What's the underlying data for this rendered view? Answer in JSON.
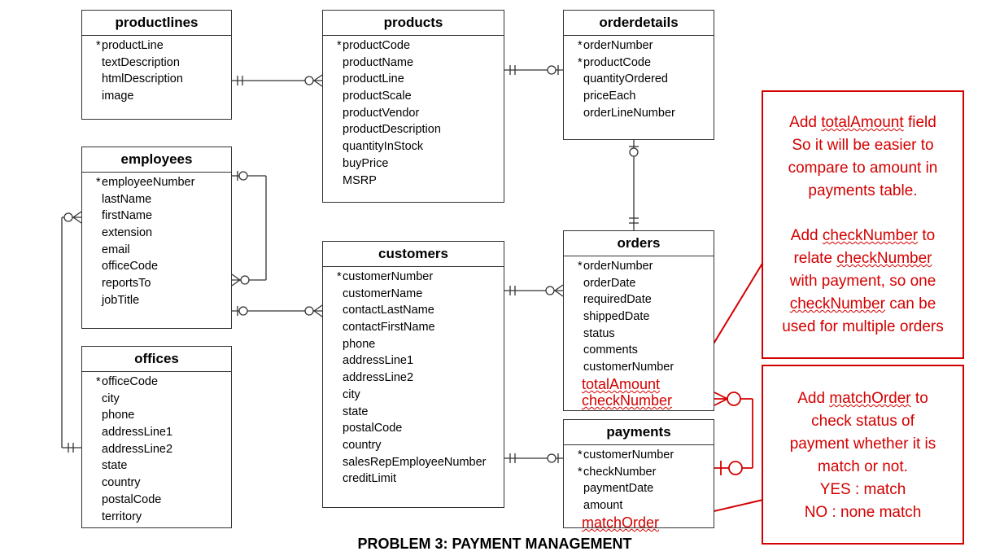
{
  "entities": {
    "productlines": {
      "title": "productlines",
      "fields": [
        {
          "name": "productLine",
          "pk": true
        },
        {
          "name": "textDescription"
        },
        {
          "name": "htmlDescription"
        },
        {
          "name": "image"
        }
      ]
    },
    "products": {
      "title": "products",
      "fields": [
        {
          "name": "productCode",
          "pk": true
        },
        {
          "name": "productName"
        },
        {
          "name": "productLine"
        },
        {
          "name": "productScale"
        },
        {
          "name": "productVendor"
        },
        {
          "name": "productDescription"
        },
        {
          "name": "quantityInStock"
        },
        {
          "name": "buyPrice"
        },
        {
          "name": "MSRP"
        }
      ]
    },
    "orderdetails": {
      "title": "orderdetails",
      "fields": [
        {
          "name": "orderNumber",
          "pk": true
        },
        {
          "name": "productCode",
          "pk": true
        },
        {
          "name": "quantityOrdered"
        },
        {
          "name": "priceEach"
        },
        {
          "name": "orderLineNumber"
        }
      ]
    },
    "employees": {
      "title": "employees",
      "fields": [
        {
          "name": "employeeNumber",
          "pk": true
        },
        {
          "name": "lastName"
        },
        {
          "name": "firstName"
        },
        {
          "name": "extension"
        },
        {
          "name": "email"
        },
        {
          "name": "officeCode"
        },
        {
          "name": "reportsTo"
        },
        {
          "name": "jobTitle"
        }
      ]
    },
    "customers": {
      "title": "customers",
      "fields": [
        {
          "name": "customerNumber",
          "pk": true
        },
        {
          "name": "customerName"
        },
        {
          "name": "contactLastName"
        },
        {
          "name": "contactFirstName"
        },
        {
          "name": "phone"
        },
        {
          "name": "addressLine1"
        },
        {
          "name": "addressLine2"
        },
        {
          "name": "city"
        },
        {
          "name": "state"
        },
        {
          "name": "postalCode"
        },
        {
          "name": "country"
        },
        {
          "name": "salesRepEmployeeNumber"
        },
        {
          "name": "creditLimit"
        }
      ]
    },
    "orders": {
      "title": "orders",
      "fields": [
        {
          "name": "orderNumber",
          "pk": true
        },
        {
          "name": "orderDate"
        },
        {
          "name": "requiredDate"
        },
        {
          "name": "shippedDate"
        },
        {
          "name": "status"
        },
        {
          "name": "comments"
        },
        {
          "name": "customerNumber"
        }
      ],
      "added": [
        "totalAmount",
        "checkNumber"
      ]
    },
    "offices": {
      "title": "offices",
      "fields": [
        {
          "name": "officeCode",
          "pk": true
        },
        {
          "name": "city"
        },
        {
          "name": "phone"
        },
        {
          "name": "addressLine1"
        },
        {
          "name": "addressLine2"
        },
        {
          "name": "state"
        },
        {
          "name": "country"
        },
        {
          "name": "postalCode"
        },
        {
          "name": "territory"
        }
      ]
    },
    "payments": {
      "title": "payments",
      "fields": [
        {
          "name": "customerNumber",
          "pk": true
        },
        {
          "name": "checkNumber",
          "pk": true
        },
        {
          "name": "paymentDate"
        },
        {
          "name": "amount"
        }
      ],
      "added": [
        "matchOrder"
      ]
    }
  },
  "notes": {
    "note1": {
      "p1_l1_a": "Add ",
      "p1_l1_b": "totalAmount",
      "p1_l1_c": " field",
      "p1_l2": "So it will be easier to",
      "p1_l3": "compare to amount in",
      "p1_l4": "payments table.",
      "p2_l1_a": "Add ",
      "p2_l1_b": "checkNumber",
      "p2_l1_c": " to",
      "p2_l2_a": "relate ",
      "p2_l2_b": "checkNumber",
      "p2_l3": "with payment, so one",
      "p2_l4_a": "checkNumber",
      "p2_l4_b": " can be",
      "p2_l5": "used for multiple orders"
    },
    "note2": {
      "l1_a": "Add ",
      "l1_b": "matchOrder",
      "l1_c": " to",
      "l2": "check status of",
      "l3": "payment whether it is",
      "l4": "match or not.",
      "l5": "YES : match",
      "l6": "NO : none match"
    }
  },
  "caption": "PROBLEM 3: PAYMENT MANAGEMENT",
  "colors": {
    "annotation": "#d40000",
    "line": "#333333"
  }
}
